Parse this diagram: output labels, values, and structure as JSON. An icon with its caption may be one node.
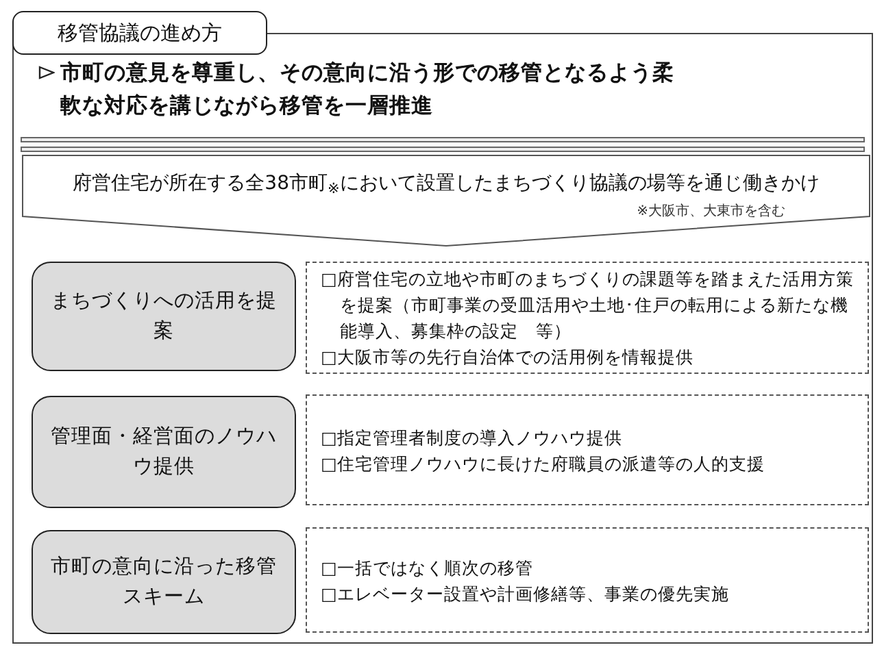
{
  "diagram": {
    "nodes": [
      {
        "text": [
          "移管協議の進め方"
        ]
      },
      {
        "text": [
          "市町の意見を尊重し、その意向に沿う形での移管となるよう柔軟な対応を講じながら移管を一層推進"
        ]
      },
      {
        "text": [
          "府営住宅が所在する全38市町$_{※}$において設置したまちづくり協議の場等を通じ働きかけ",
          "※大阪市、大東市を含む"
        ],
        "in": 1
      },
      {
        "text": [
          "まちづくりへの活用を提案"
        ],
        "in": 1
      },
      {
        "text": [
          "□府営住宅の立地や市町のまちづくりの課題等を踏まえた活用方策を提案（市町事業の受皿活用や土地･住戸の転用による新たな機能導入、募集枠の設定　等）",
          "□大阪市等の先行自治体での活用例を情報提供"
        ],
        "in": 1
      },
      {
        "text": [
          "管理面・経営面のノウハウ提供"
        ],
        "in": 1
      },
      {
        "text": [
          "□指定管理者制度の導入ノウハウ提供",
          "□住宅管理ノウハウに長けた府職員の派遣等の人的支援"
        ],
        "in": 1
      },
      {
        "text": [
          "市町の意向に沿った移管スキーム"
        ],
        "in": 1
      },
      {
        "text": [
          "□一括ではなく順次の移管",
          "□エレベーター設置や計画修繕等、事業の優先実施"
        ],
        "in": 1
      }
    ],
    "edges": []
  }
}
